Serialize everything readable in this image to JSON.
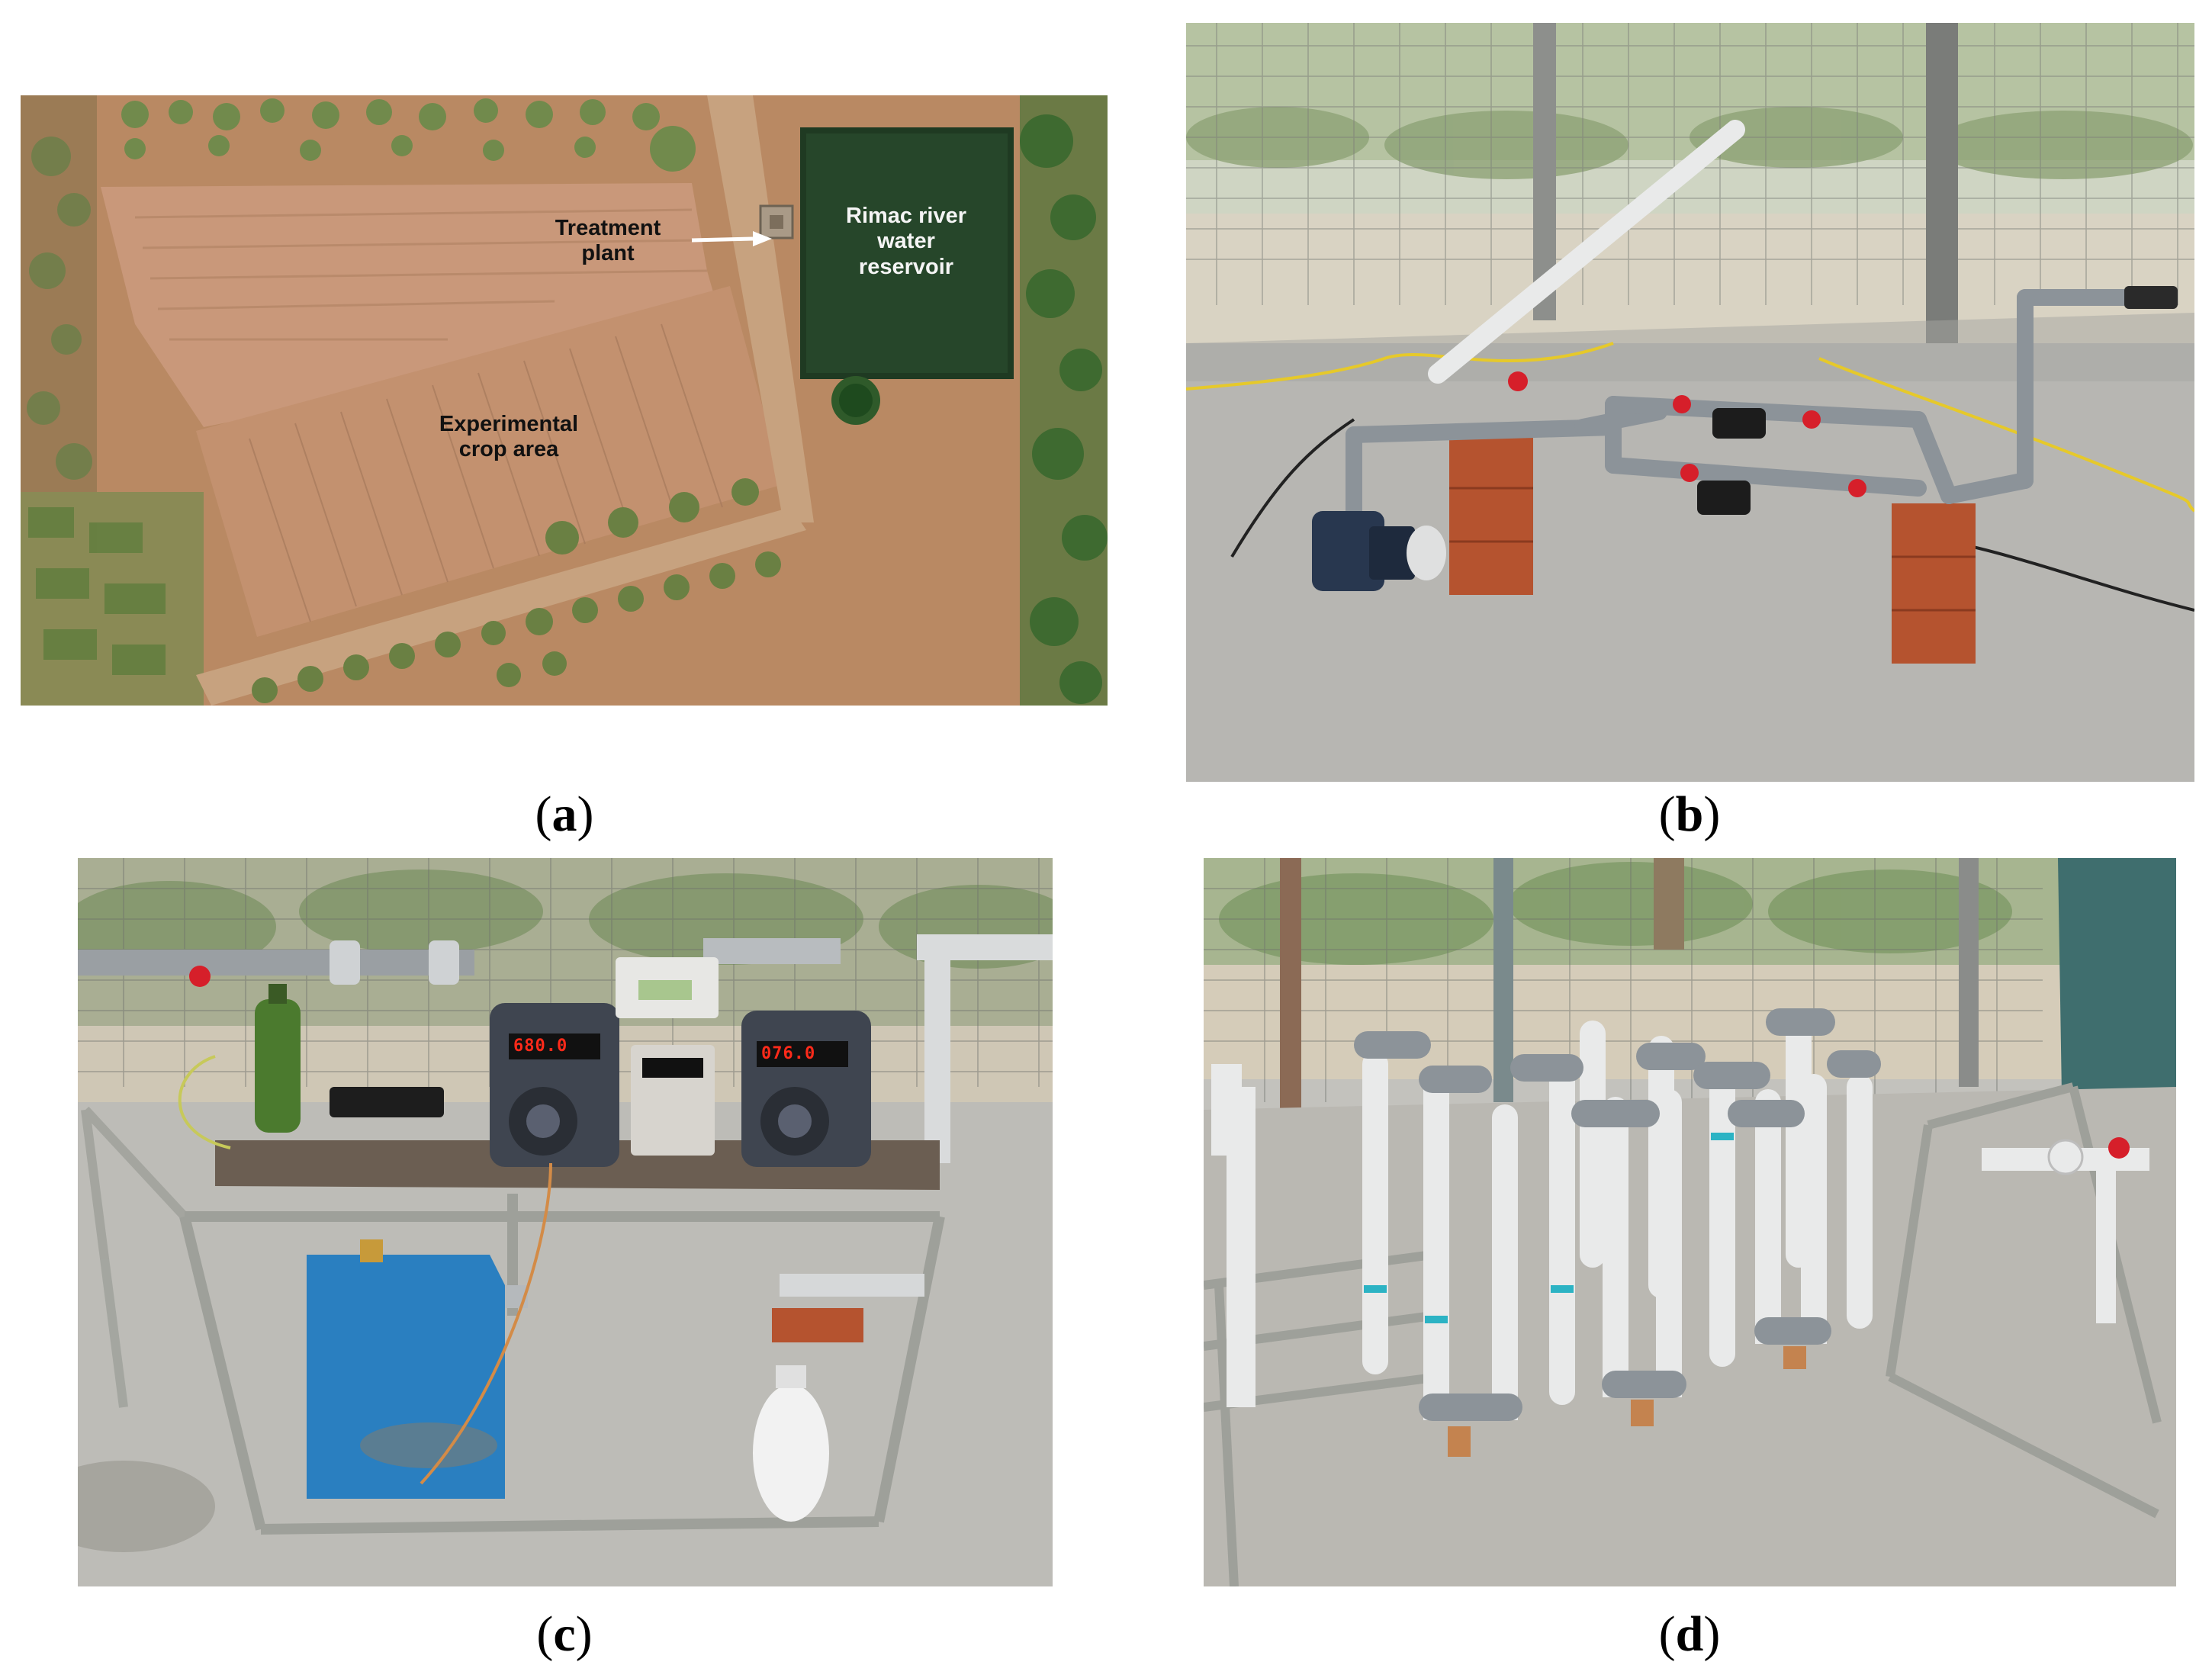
{
  "panels": [
    {
      "id": "a",
      "caption_open": "(",
      "caption_letter": "a",
      "caption_close": ")",
      "labels": {
        "treatment_plant_line1": "Treatment",
        "treatment_plant_line2": "plant",
        "reservoir_line1": "Rimac river",
        "reservoir_line2": "water",
        "reservoir_line3": "reservoir",
        "crop_line1": "Experimental",
        "crop_line2": "crop area"
      }
    },
    {
      "id": "b",
      "caption_open": "(",
      "caption_letter": "b",
      "caption_close": ")"
    },
    {
      "id": "c",
      "caption_open": "(",
      "caption_letter": "c",
      "caption_close": ")",
      "displays": {
        "pump_left": "680.0",
        "pump_right": "076.0"
      }
    },
    {
      "id": "d",
      "caption_open": "(",
      "caption_letter": "d",
      "caption_close": ")"
    }
  ],
  "colors": {
    "soil": "#b98963",
    "reservoir": "#1f3a22",
    "vegetation": "#5d7a45",
    "pvc_white": "#e9eaea",
    "pvc_grey": "#8c9399",
    "concrete": "#b7b6b2",
    "valve_red": "#d61f2a",
    "brick": "#b5532f",
    "jerrycan_blue": "#2a7fc0",
    "pump_body": "#3f4550"
  }
}
